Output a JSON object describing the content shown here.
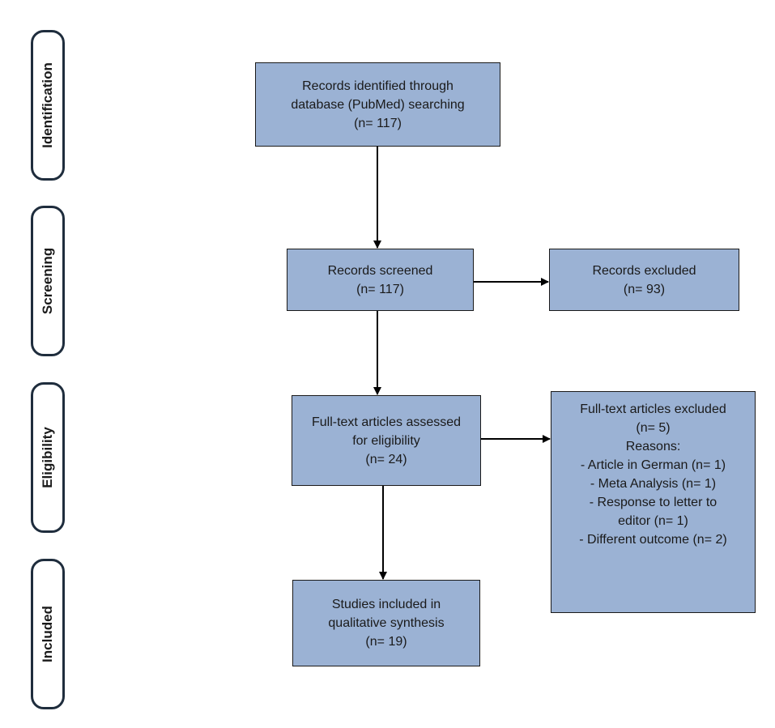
{
  "stages": {
    "identification": "Identification",
    "screening": "Screening",
    "eligibility": "Eligibility",
    "included": "Included"
  },
  "boxes": {
    "identified": {
      "lines": [
        "Records identified through",
        "database (PubMed) searching",
        "(n= 117)"
      ]
    },
    "screened": {
      "lines": [
        "Records screened",
        "(n= 117)"
      ]
    },
    "excluded_records": {
      "lines": [
        "Records excluded",
        "(n= 93)"
      ]
    },
    "fulltext_assessed": {
      "lines": [
        "Full-text articles assessed",
        "for eligibility",
        "(n= 24)"
      ]
    },
    "fulltext_excluded": {
      "lines": [
        "Full-text articles excluded",
        "(n= 5)",
        "Reasons:",
        "-  Article in German (n= 1)",
        "-  Meta Analysis (n= 1)",
        "-  Response to letter to",
        "editor (n= 1)",
        "-  Different outcome (n= 2)"
      ]
    },
    "included": {
      "lines": [
        "Studies included in",
        "qualitative synthesis",
        "(n= 19)"
      ]
    }
  },
  "colors": {
    "box_fill": "#9bb2d4",
    "stage_border": "#1f2d3d",
    "arrow": "#000000"
  }
}
